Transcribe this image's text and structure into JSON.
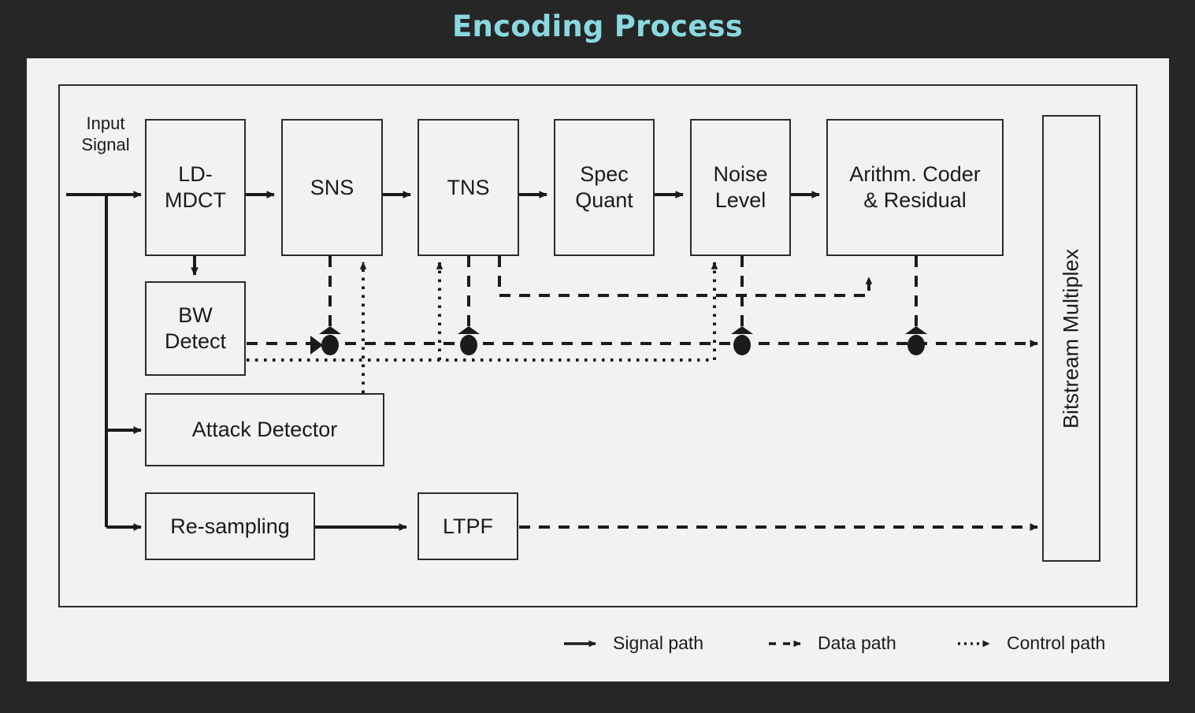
{
  "title": "Encoding Process",
  "colors": {
    "background": "#262626",
    "title": "#8ad8e0",
    "panel": "#f2f2f2",
    "stroke": "#2b2b2b",
    "text": "#1b1b1b"
  },
  "diagram": {
    "input_label": "Input\nSignal",
    "nodes": [
      {
        "id": "ld-mdct",
        "label": "LD-\nMDCT"
      },
      {
        "id": "sns",
        "label": "SNS"
      },
      {
        "id": "tns",
        "label": "TNS"
      },
      {
        "id": "spec-quant",
        "label": "Spec\nQuant"
      },
      {
        "id": "noise-level",
        "label": "Noise\nLevel"
      },
      {
        "id": "arithm-coder",
        "label": "Arithm. Coder\n& Residual"
      },
      {
        "id": "bw-detect",
        "label": "BW\nDetect"
      },
      {
        "id": "attack-detector",
        "label": "Attack Detector"
      },
      {
        "id": "re-sampling",
        "label": "Re-sampling"
      },
      {
        "id": "ltpf",
        "label": "LTPF"
      },
      {
        "id": "bitstream-multiplex",
        "label": "Bitstream Multiplex"
      }
    ]
  },
  "legend": {
    "items": [
      {
        "id": "signal-path",
        "label": "Signal path",
        "style": "solid"
      },
      {
        "id": "data-path",
        "label": "Data path",
        "style": "dashed"
      },
      {
        "id": "control-path",
        "label": "Control path",
        "style": "dotted"
      }
    ]
  }
}
